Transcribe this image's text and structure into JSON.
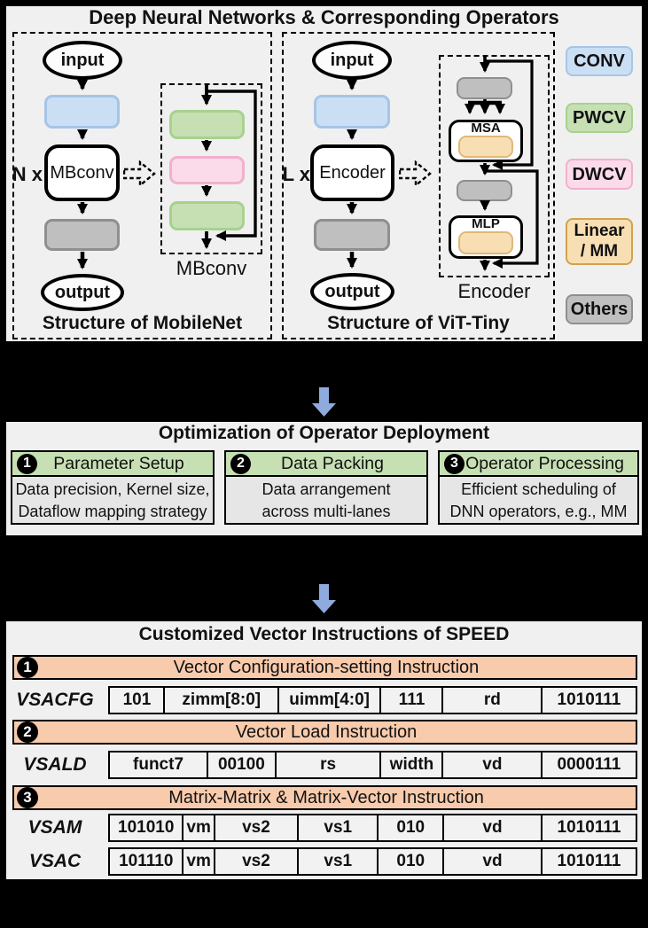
{
  "panel1": {
    "title": "Deep Neural Networks & Corresponding Operators",
    "mobilenet": {
      "input_label": "input",
      "repeat_label": "N x",
      "block_label": "MBconv",
      "output_label": "output",
      "caption": "Structure of MobileNet",
      "detail_caption": "MBconv"
    },
    "vit": {
      "input_label": "input",
      "repeat_label": "L x",
      "block_label": "Encoder",
      "output_label": "output",
      "caption": "Structure of ViT-Tiny",
      "detail_caption": "Encoder",
      "msa_label": "MSA",
      "mlp_label": "MLP"
    },
    "legend": [
      {
        "label": "CONV",
        "type": "conv",
        "fill": "#CBDFF4"
      },
      {
        "label": "PWCV",
        "type": "pwcv",
        "fill": "#C6E0B4"
      },
      {
        "label": "DWCV",
        "type": "dwcv",
        "fill": "#FBDBE9"
      },
      {
        "label": "Linear\n/ MM",
        "type": "linear",
        "fill": "#F7DFB3"
      },
      {
        "label": "Others",
        "type": "others",
        "fill": "#BFBFBF"
      }
    ]
  },
  "panel2": {
    "title": "Optimization of Operator Deployment",
    "cards": [
      {
        "num": "1",
        "header": "Parameter Setup",
        "body": "Data precision, Kernel size,\nDataflow mapping strategy"
      },
      {
        "num": "2",
        "header": "Data Packing",
        "body": "Data arrangement\nacross multi-lanes"
      },
      {
        "num": "3",
        "header": "Operator Processing",
        "body": "Efficient scheduling of\nDNN operators, e.g., MM"
      }
    ]
  },
  "panel3": {
    "title": "Customized Vector Instructions of SPEED",
    "sections": [
      {
        "num": "1",
        "banner": "Vector Configuration-setting Instruction",
        "rows": [
          {
            "label": "VSACFG",
            "cells": [
              "101",
              "zimm[8:0]",
              "uimm[4:0]",
              "111",
              "rd",
              "1010111"
            ],
            "weights": [
              62,
              129,
              116,
              70,
              112,
              107
            ]
          }
        ]
      },
      {
        "num": "2",
        "banner": "Vector Load Instruction",
        "rows": [
          {
            "label": "VSALD",
            "cells": [
              "funct7",
              "00100",
              "rs",
              "width",
              "vd",
              "0000111"
            ],
            "weights": [
              111,
              77,
              119,
              70,
              112,
              107
            ]
          }
        ]
      },
      {
        "num": "3",
        "banner": "Matrix-Matrix & Matrix-Vector Instruction",
        "rows": [
          {
            "label": "VSAM",
            "cells": [
              "101010",
              "vm",
              "vs2",
              "vs1",
              "010",
              "vd",
              "1010111"
            ],
            "weights": [
              83,
              35,
              94,
              91,
              73,
              112,
              107
            ]
          },
          {
            "label": "VSAC",
            "cells": [
              "101110",
              "vm",
              "vs2",
              "vs1",
              "010",
              "vd",
              "1010111"
            ],
            "weights": [
              83,
              35,
              94,
              91,
              73,
              112,
              107
            ]
          }
        ]
      }
    ]
  },
  "colors": {
    "conv_blue": "#CBDFF4",
    "pwcv_green": "#C6E0B4",
    "dwcv_pink": "#FBDBE9",
    "linear_orange": "#F7DFB3",
    "others_gray": "#BFBFBF",
    "banner_peach": "#F8CBAD",
    "header_green": "#C6E0B4",
    "flow_arrow_blue": "#8FAADC",
    "panel_bg": "#F0F0F0"
  }
}
